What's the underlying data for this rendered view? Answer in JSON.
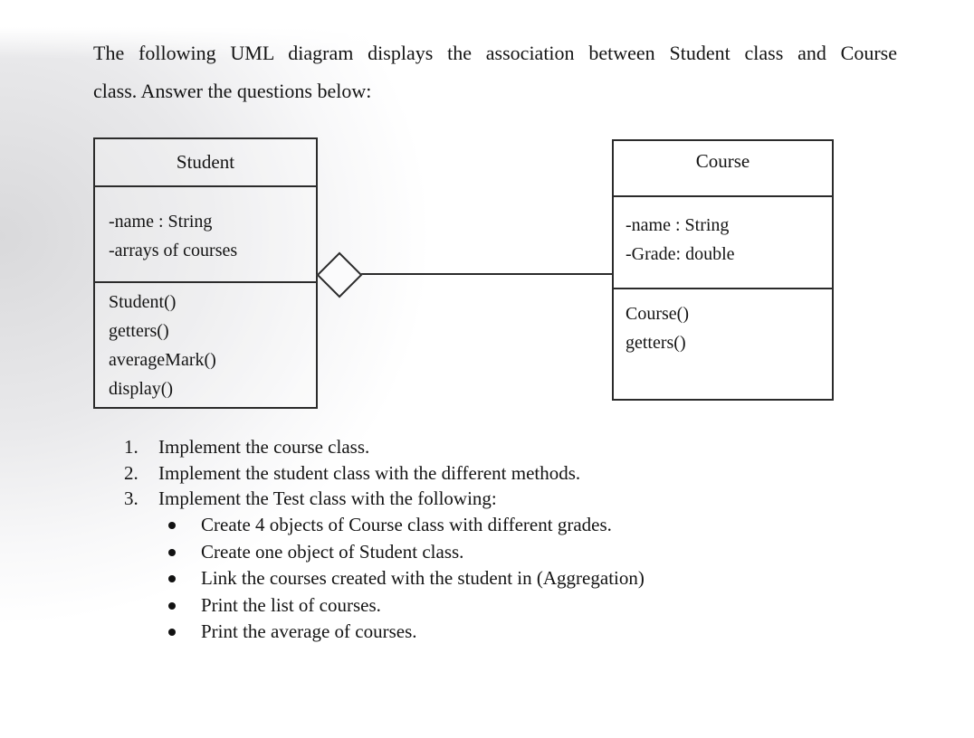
{
  "intro": {
    "line1": "The following UML diagram displays the association between Student class and Course",
    "line2": "class. Answer the questions below:"
  },
  "diagram": {
    "student_class": {
      "name": "Student",
      "attributes": [
        "-name : String",
        "-arrays of courses"
      ],
      "methods": [
        "Student()",
        "getters()",
        "averageMark()",
        "display()"
      ]
    },
    "course_class": {
      "name": "Course",
      "attributes": [
        "-name : String",
        "-Grade: double"
      ],
      "methods": [
        "Course()",
        "getters()"
      ]
    },
    "relationship": {
      "type": "aggregation",
      "from": "Student",
      "to": "Course"
    }
  },
  "questions": {
    "numbered": [
      {
        "num": "1.",
        "text": "Implement the course class."
      },
      {
        "num": "2.",
        "text": "Implement the student class with the different methods."
      },
      {
        "num": "3.",
        "text": "Implement the Test class with the following:"
      }
    ],
    "bullets": [
      "Create 4 objects of Course class with different grades.",
      "Create one object of Student class.",
      "Link the courses created with the student in (Aggregation)",
      "Print the list of courses.",
      "Print the average of courses."
    ]
  },
  "colors": {
    "text": "#141414",
    "line": "#2b2b2b",
    "background": "#ffffff",
    "background_shade_left": "#d9d9db"
  }
}
